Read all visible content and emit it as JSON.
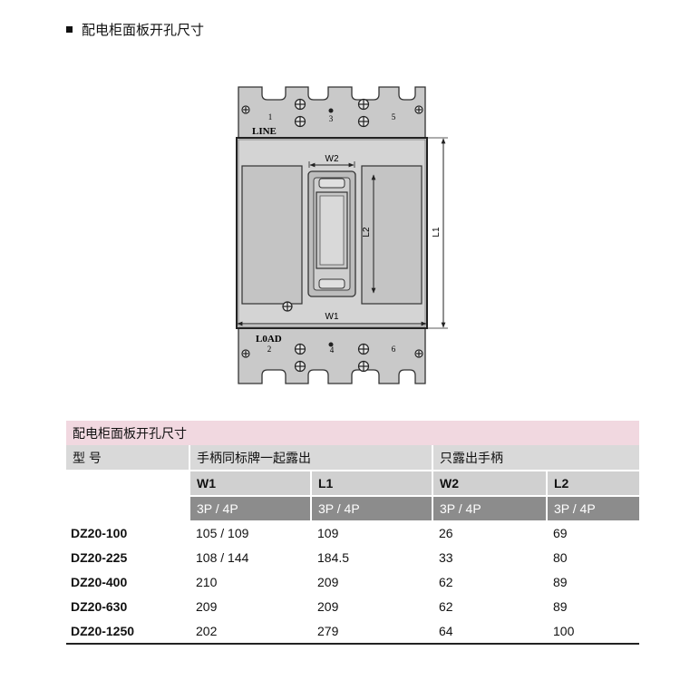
{
  "heading": "配电柜面板开孔尺寸",
  "diagram": {
    "line_label": "LINE",
    "load_label": "L0AD",
    "terminals_top": [
      "1",
      "3",
      "5"
    ],
    "terminals_bottom": [
      "2",
      "4",
      "6"
    ],
    "dim_w1": "W1",
    "dim_w2": "W2",
    "dim_l1": "L1",
    "dim_l2": "L2"
  },
  "table": {
    "title": "配电柜面板开孔尺寸",
    "model_header": "型 号",
    "group1": "手柄同标牌一起露出",
    "group2": "只露出手柄",
    "sub_headers": [
      "W1",
      "L1",
      "W2",
      "L2"
    ],
    "poles": [
      "3P / 4P",
      "3P / 4P",
      "3P / 4P",
      "3P / 4P"
    ],
    "rows": [
      {
        "model": "DZ20-100",
        "w1": "105 / 109",
        "l1": "109",
        "w2": "26",
        "l2": "69"
      },
      {
        "model": "DZ20-225",
        "w1": "108 / 144",
        "l1": "184.5",
        "w2": "33",
        "l2": "80"
      },
      {
        "model": "DZ20-400",
        "w1": "210",
        "l1": "209",
        "w2": "62",
        "l2": "89"
      },
      {
        "model": "DZ20-630",
        "w1": "209",
        "l1": "209",
        "w2": "62",
        "l2": "89"
      },
      {
        "model": "DZ20-1250",
        "w1": "202",
        "l1": "279",
        "w2": "64",
        "l2": "100"
      }
    ]
  }
}
